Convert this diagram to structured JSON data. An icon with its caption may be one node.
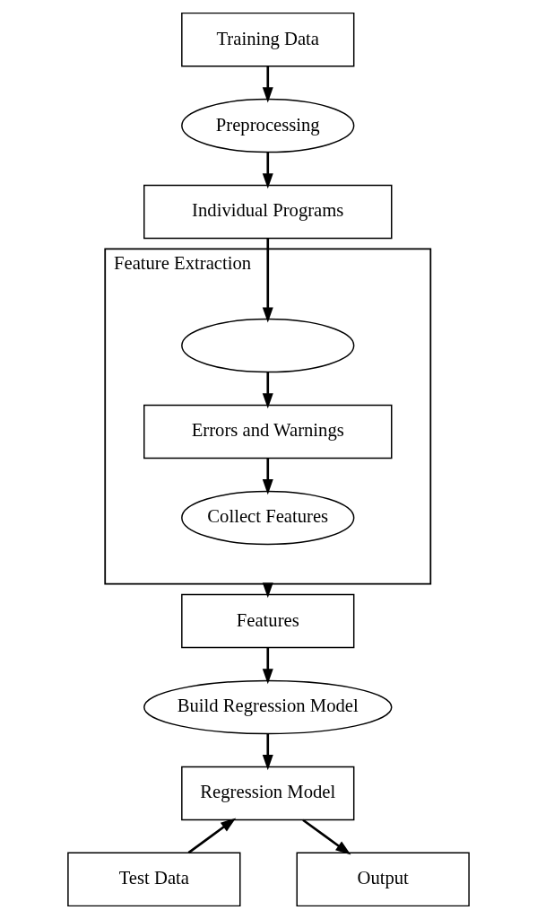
{
  "diagram": {
    "nodes": [
      {
        "text": [
          "Training Data"
        ]
      },
      {
        "text": [
          "Preprocessing"
        ]
      },
      {
        "text": [
          "Individual Programs"
        ]
      },
      {
        "text": [
          "Feature Extraction"
        ]
      },
      {
        "text": [],
        "shape": "ellipse",
        "in": 3
      },
      {
        "text": [
          "Errors and Warnings"
        ],
        "in": 3
      },
      {
        "text": [
          "Collect Features"
        ],
        "in": 3
      },
      {
        "text": [
          "Features"
        ]
      },
      {
        "text": [
          "Build Regression Model"
        ]
      },
      {
        "text": [
          "Regression Model"
        ]
      },
      {
        "text": [
          "Test Data"
        ]
      },
      {
        "text": [
          "Output"
        ]
      }
    ],
    "edges": [
      {
        "from": 0,
        "to": 1,
        "arrow": "to"
      },
      {
        "from": 1,
        "to": 2,
        "arrow": "to"
      },
      {
        "from": 2,
        "to": 4,
        "arrow": "to"
      },
      {
        "from": 4,
        "to": 5,
        "arrow": "to"
      },
      {
        "from": 5,
        "to": 6,
        "arrow": "to"
      },
      {
        "from": 3,
        "to": 7,
        "arrow": "to"
      },
      {
        "from": 7,
        "to": 8,
        "arrow": "to"
      },
      {
        "from": 8,
        "to": 9,
        "arrow": "to"
      },
      {
        "from": 10,
        "to": 9,
        "arrow": "to"
      },
      {
        "from": 9,
        "to": 11,
        "arrow": "to"
      }
    ]
  }
}
